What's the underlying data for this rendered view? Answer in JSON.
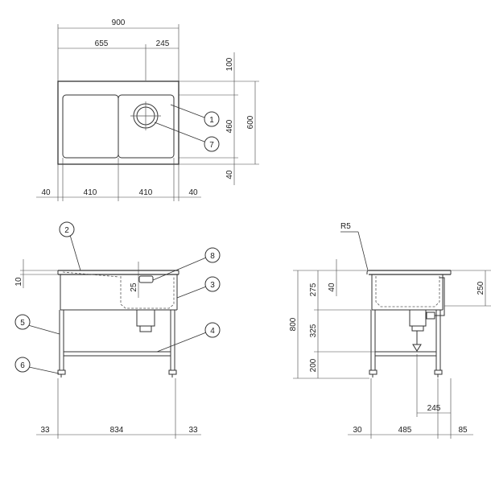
{
  "plan_view": {
    "dims": {
      "overall_width": "900",
      "left_part": "655",
      "right_part": "245",
      "back_depth": "100",
      "bowl_depth": "460",
      "front_depth": "40",
      "overall_depth": "600",
      "edge_left": "40",
      "drain_board": "410",
      "bowl_width": "410",
      "edge_right": "40"
    },
    "balloons": [
      "1",
      "7"
    ]
  },
  "front_view": {
    "dims": {
      "top_thickness": "10",
      "drain_height": "25",
      "leg_left": "33",
      "leg_span": "834",
      "leg_right": "33"
    },
    "balloons": [
      "2",
      "8",
      "3",
      "5",
      "4",
      "6"
    ]
  },
  "side_view": {
    "dims": {
      "corner_radius": "R5",
      "overall_height": "800",
      "bowl_height": "275",
      "rim_height": "40",
      "middle_height": "325",
      "bottom_height": "200",
      "overflow_height": "250",
      "drain_offset": "245",
      "foot_back": "30",
      "leg_depth": "485",
      "front_overhang": "85"
    }
  },
  "colors": {
    "line": "#333333",
    "background": "#ffffff"
  }
}
